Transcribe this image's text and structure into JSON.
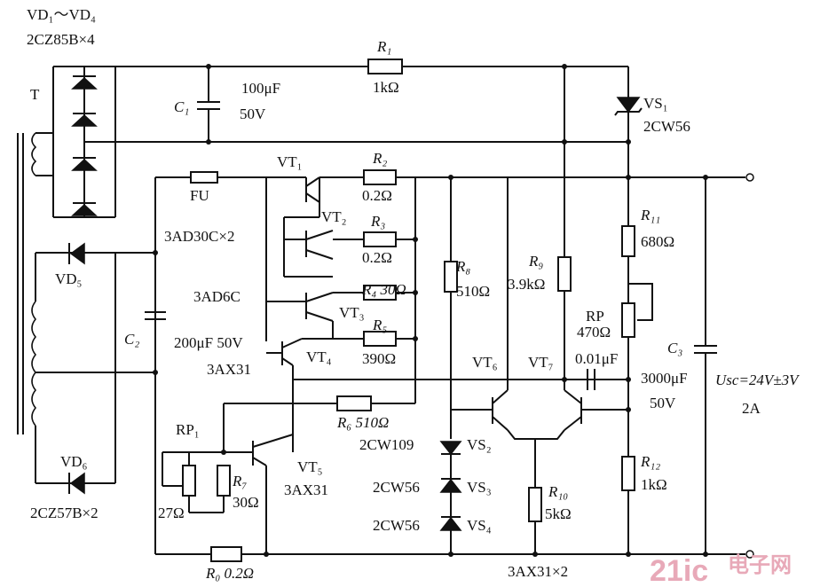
{
  "labels": {
    "vd1_vd4": "VD₁～VD₄",
    "vd_model": "2CZ85B×4",
    "transformer": "T",
    "c1": "C₁",
    "c1_value": "100μF",
    "c1_voltage": "50V",
    "r1": "R₁",
    "r1_value": "1kΩ",
    "vs1": "VS₁",
    "vs1_model": "2CW56",
    "vt1": "VT₁",
    "r2": "R₂",
    "r2_value": "0.2Ω",
    "fu": "FU",
    "vt2": "VT₂",
    "vt2_model": "3AD30C×2",
    "r3": "R₃",
    "r3_value": "0.2Ω",
    "vd5": "VD₅",
    "r11": "R₁₁",
    "r11_value": "680Ω",
    "r8": "R₈",
    "r8_value": "510Ω",
    "r9": "R₉",
    "r9_value": "3.9kΩ",
    "vt3_model": "3AD6C",
    "r4": "R₄ 30Ω",
    "vt3": "VT₃",
    "r5": "R₅",
    "r5_value": "390Ω",
    "rp": "RP",
    "rp_value": "470Ω",
    "c2": "C₂",
    "c2_value": "200μF 50V",
    "vt4": "VT₄",
    "vt4_model": "3AX31",
    "vt6": "VT₆",
    "vt7": "VT₇",
    "c_coupling": "0.01μF",
    "c3": "C₃",
    "c3_value": "3000μF",
    "c3_voltage": "50V",
    "output_voltage": "Usc=24V±3V",
    "output_current": "2A",
    "r6": "R₆ 510Ω",
    "rp1": "RP₁",
    "r7": "R₇",
    "r7_value": "30Ω",
    "rp1_value": "27Ω",
    "vt5": "VT₅",
    "vt5_model": "3AX31",
    "vs2": "2CW109",
    "vs2_label": "VS₂",
    "vs3": "2CW56",
    "vs3_label": "VS₃",
    "vs4": "2CW56",
    "vs4_label": "VS₄",
    "r10": "R₁₀",
    "r10_value": "5kΩ",
    "r12": "R₁₂",
    "r12_value": "1kΩ",
    "vd6": "VD₆",
    "vd6_model": "2CZ57B×2",
    "r0": "R₀ 0.2Ω",
    "vt67_model": "3AX31×2",
    "watermark_1": "21ic",
    "watermark_2": "电子网"
  }
}
